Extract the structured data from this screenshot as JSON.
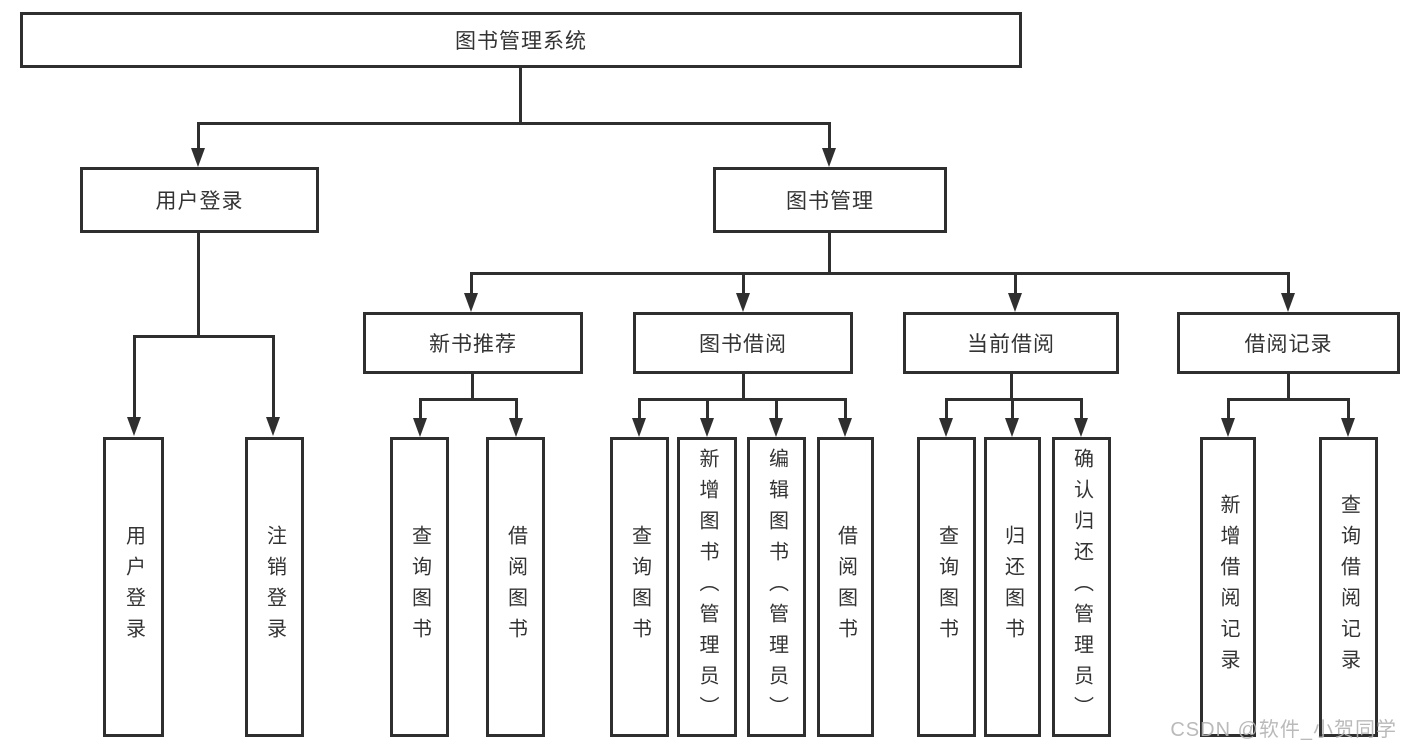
{
  "diagram_title": "图书管理系统",
  "nodes": {
    "root": "图书管理系统",
    "l2": [
      "用户登录",
      "图书管理"
    ],
    "l3": [
      "新书推荐",
      "图书借阅",
      "当前借阅",
      "借阅记录"
    ],
    "l4": {
      "login": [
        "用户登录",
        "注销登录"
      ],
      "recommend": [
        "查询图书",
        "借阅图书"
      ],
      "borrow": [
        "查询图书",
        "新增图书（管理员）",
        "编辑图书（管理员）",
        "借阅图书"
      ],
      "current": [
        "查询图书",
        "归还图书",
        "确认归还（管理员）"
      ],
      "records": [
        "新增借阅记录",
        "查询借阅记录"
      ]
    }
  },
  "watermark": "CSDN @软件_小贺同学",
  "colors": {
    "line": "#2f2f2f",
    "text": "#333333",
    "watermark": "#b3b3b3",
    "background": "#ffffff"
  }
}
